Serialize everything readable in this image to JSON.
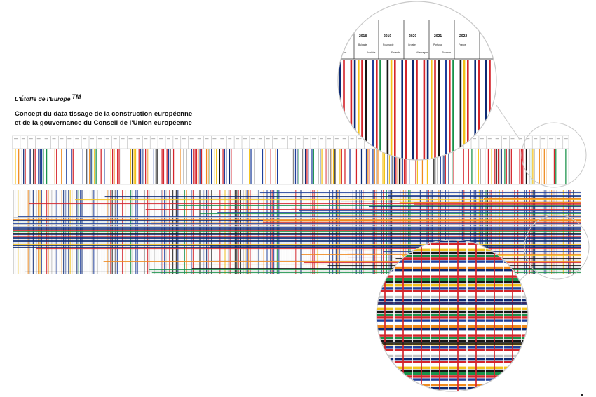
{
  "title": "L'Étoffe de l'Europe",
  "title_mark": "TM",
  "concept_lines": [
    "Concept du data tissage de la construction européenne",
    "et de la gouvernance du Conseil de l'Union européenne"
  ],
  "zoom_top": {
    "years": [
      "2018",
      "2019",
      "2020",
      "2021",
      "2022"
    ],
    "countries_top": [
      "Bulgarie",
      "Roumanie",
      "Croatie",
      "Portugal",
      "France"
    ],
    "countries_bottom": [
      "Autriche",
      "Finlande",
      "Allemagne",
      "Slovénie"
    ],
    "edge_label": "triche"
  },
  "palette": {
    "blue": "#1f3f9b",
    "red": "#d4242b",
    "yellow": "#f3c21a",
    "green": "#19924a",
    "black": "#161616",
    "orange": "#ef8a1f",
    "navy": "#0c2a74",
    "grey": "#c4c4c4",
    "white": "#ffffff",
    "frame": "#c9c9c9"
  }
}
